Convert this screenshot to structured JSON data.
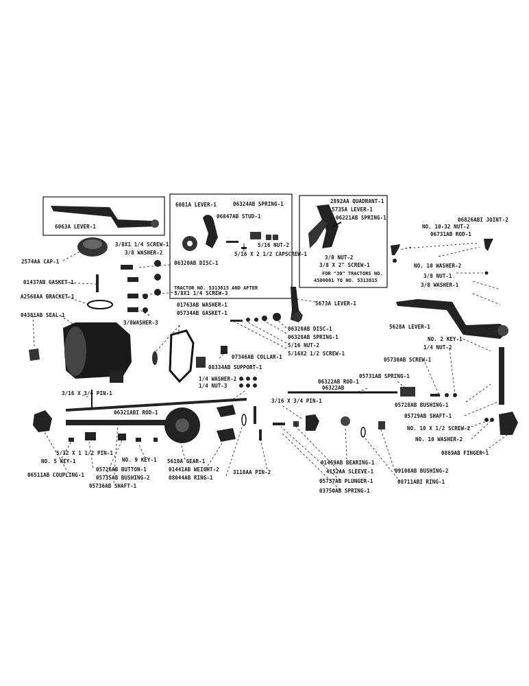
{
  "labels": {
    "l6063": "6063A LEVER-1",
    "l6081": "6081A LEVER-1",
    "l06324": "06324AB SPRING-1",
    "l06847": "06847AB STUD-1",
    "l516nut": "5/16 NUT-2",
    "l06320disc_in": "06320AB DISC-1",
    "l516cap": "5/16 X 2 1/2 CAPSCREW-1",
    "tractorNote": "TRACTOR NO. 5313815 AND AFTER",
    "l2892": "2892AA QUADRANT-1",
    "l5735": "5735A LEVER-1",
    "l06221": "06221AB SPRING-1",
    "l38nut2": "3/8 NUT-2",
    "l38screw": "3/8 X 2\" SCREW-1",
    "for30a": "FOR \"30\" TRACTORS NO.",
    "for30b": "4500001 TO NO. 5313815",
    "l06826": "06826ABI JOINT-2",
    "l1032nut": "NO. 10-32 NUT-2",
    "l06731rod": "06731AB ROD-1",
    "l10washer2": "NO. 10 WASHER-2",
    "l38nut1": "3/8 NUT-1",
    "l38washer1": "3/8 WASHER-1",
    "l2574": "2574AA CAP-1",
    "l38screw1": "3/8X1 1/4 SCREW-1",
    "l38washer2": "3/8 WASHER-2",
    "l01437": "01437AB GASKET-1",
    "la2568": "A2568AA BRACKET-1",
    "l04381": "04381AB SEAL-1",
    "l38screw3": "3/8X1 1/4 SCREW-3",
    "l38washer3": "3/8WASHER-3",
    "l01763": "01763AB WASHER-1",
    "l05734": "05734AB GASKET-1",
    "l5673": "5673A LEVER-1",
    "l06320disc": "06320AB DISC-1",
    "l06328": "06328AB SPRING-1",
    "l516nut2": "5/16 NUT-2",
    "l516screw": "5/16X2 1/2 SCREW-1",
    "l5628": "5628A LEVER-1",
    "lno2key": "NO. 2 KEY-1",
    "l14nut2": "1/4 NUT-2",
    "l05730": "05730AB SCREW-1",
    "l07346": "07346AB COLLAR-1",
    "l08334": "08334AB SUPPORT-1",
    "l14washer": "1/4 WASHER-2",
    "l14nut3": "1/4 NUT-3",
    "l05731": "05731AB SPRING-1",
    "l06322": "06322AB ROD-1",
    "l06322b": "06322AB",
    "l316pin": "3/16 X 3/4 PIN-1",
    "l316pin2": "3/16 X 3/4 PIN-1",
    "l06321": "06321ABI ROD-1",
    "l05728": "05728AB BUSHING-1",
    "l05729": "05729AB SHAFT-1",
    "lno10screw": "NO. 10 X 1/2 SCREW-2",
    "lno10washer": "NO. 10 WASHER-2",
    "l0869": "0869AB FINGER-1",
    "lno5key": "NO. 5 KEY-1",
    "l532pin": "5/32 X 1 1/2 PIN-1",
    "l06511": "06511AB COUPLING-1",
    "l05726": "05726AB BUTTON-1",
    "l05735": "05735AB BUSHING-2",
    "l05736": "05736AB SHAFT-1",
    "lno9key": "NO. 9 KEY-1",
    "l5610": "5610A GEAR-1",
    "l01441": "01441AB WEIGHT-2",
    "l08044": "08044AB RING-1",
    "l3118": "3118AA PIN-2",
    "l01459": "01459AB BEARING-1",
    "l4152": "4152AA SLEEVE-1",
    "l05737": "05737AB PLUNGER-1",
    "l03750": "03750AB SPRING-1",
    "l09108": "09108AB BUSHING-2",
    "l08711": "08711ABI RING-1"
  }
}
